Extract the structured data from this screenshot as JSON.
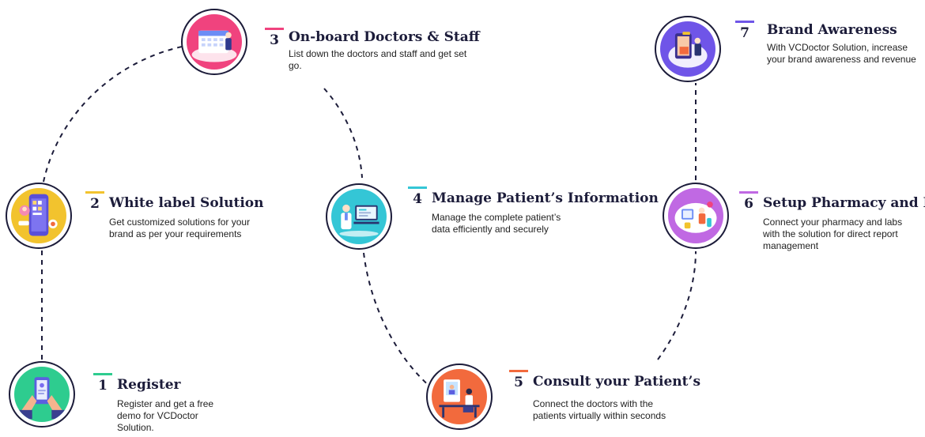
{
  "colors": {
    "line": "#1c1c3a",
    "step1": "#2ecc8f",
    "step2": "#f2c32e",
    "step3": "#f0437e",
    "step4": "#34c6d6",
    "step5": "#f26a3d",
    "step6": "#c069e3",
    "step7": "#6f55e8"
  },
  "steps": [
    {
      "number": "1",
      "title": "Register",
      "description": "Register and get a free demo for VCDoctor Solution.",
      "icon": "phone-hands-icon"
    },
    {
      "number": "2",
      "title": "White label Solution",
      "description": "Get customized solutions for your brand as per your requirements",
      "icon": "app-mobile-icon"
    },
    {
      "number": "3",
      "title": "On-board Doctors & Staff",
      "description": "List down the doctors and staff and get set go.",
      "icon": "calendar-staff-icon"
    },
    {
      "number": "4",
      "title": "Manage Patient’s Information",
      "description": "Manage the complete patient’s data efficiently and securely",
      "icon": "doctor-records-icon"
    },
    {
      "number": "5",
      "title": "Consult your Patient’s",
      "description": "Connect the doctors with the patients virtually within seconds",
      "icon": "video-consult-icon"
    },
    {
      "number": "6",
      "title": "Setup Pharmacy and Lab",
      "description": "Connect your pharmacy and labs with the solution for direct report management",
      "icon": "pharmacy-lab-icon"
    },
    {
      "number": "7",
      "title": "Brand Awareness",
      "description": "With VCDoctor Solution, increase your brand awareness and revenue",
      "icon": "brand-growth-icon"
    }
  ]
}
